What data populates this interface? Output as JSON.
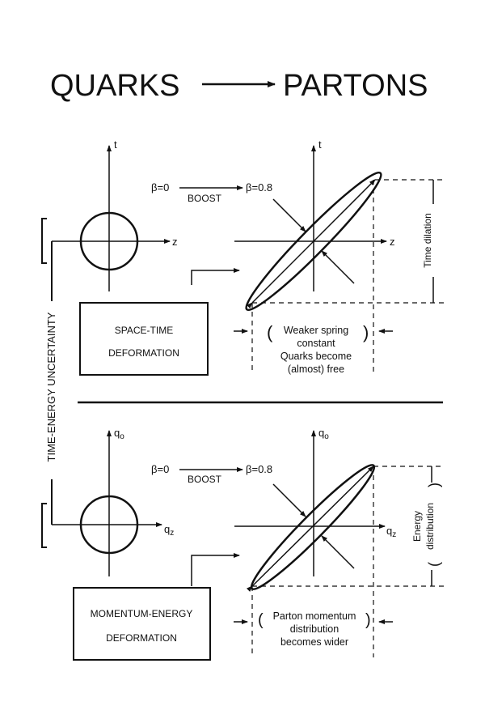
{
  "title": {
    "left": "QUARKS",
    "right": "PARTONS"
  },
  "side_label": "TIME-ENERGY UNCERTAINTY",
  "top": {
    "axis_t_left": "t",
    "axis_z_left": "z",
    "axis_t_right": "t",
    "axis_z_right": "z",
    "beta_start": "β=0",
    "boost": "BOOST",
    "beta_end": "β=0.8",
    "box_line1": "SPACE-TIME",
    "box_line2": "DEFORMATION",
    "note_line1": "Weaker spring",
    "note_line2": "constant",
    "note_line3": "Quarks become",
    "note_line4": "(almost) free",
    "vertical_label": "Time dilation"
  },
  "bottom": {
    "axis_q0_left": "q",
    "axis_q0_left_sub": "o",
    "axis_qz_left": "q",
    "axis_qz_left_sub": "z",
    "axis_q0_right": "q",
    "axis_q0_right_sub": "o",
    "axis_qz_right": "q",
    "axis_qz_right_sub": "z",
    "beta_start": "β=0",
    "boost": "BOOST",
    "beta_end": "β=0.8",
    "box_line1": "MOMENTUM-ENERGY",
    "box_line2": "DEFORMATION",
    "note_line1": "Parton momentum",
    "note_line2": "distribution",
    "note_line3": "becomes wider",
    "vertical_label_line1": "Energy",
    "vertical_label_line2": "distribution"
  }
}
